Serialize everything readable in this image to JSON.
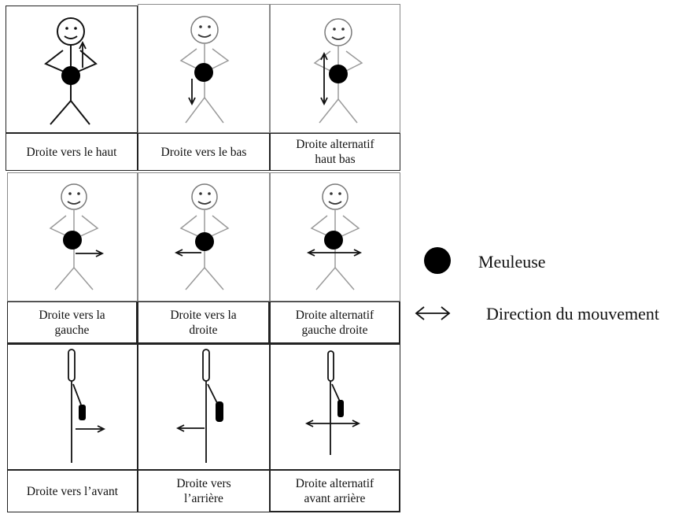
{
  "captions": [
    [
      "Droite vers le haut",
      "Droite vers le bas",
      "Droite alternatif\nhaut bas"
    ],
    [
      "Droite vers la\ngauche",
      "Droite vers la\ndroite",
      "Droite alternatif\ngauche droite"
    ],
    [
      "Droite vers l’avant",
      "Droite vers\nl’arrière",
      "Droite alternatif\navant arrière"
    ]
  ],
  "legend": {
    "grinder_label": "Meuleuse",
    "direction_label": "Direction du mouvement"
  },
  "icons": {
    "grinder": "filled-black-circle",
    "direction": "double-headed-arrow"
  }
}
